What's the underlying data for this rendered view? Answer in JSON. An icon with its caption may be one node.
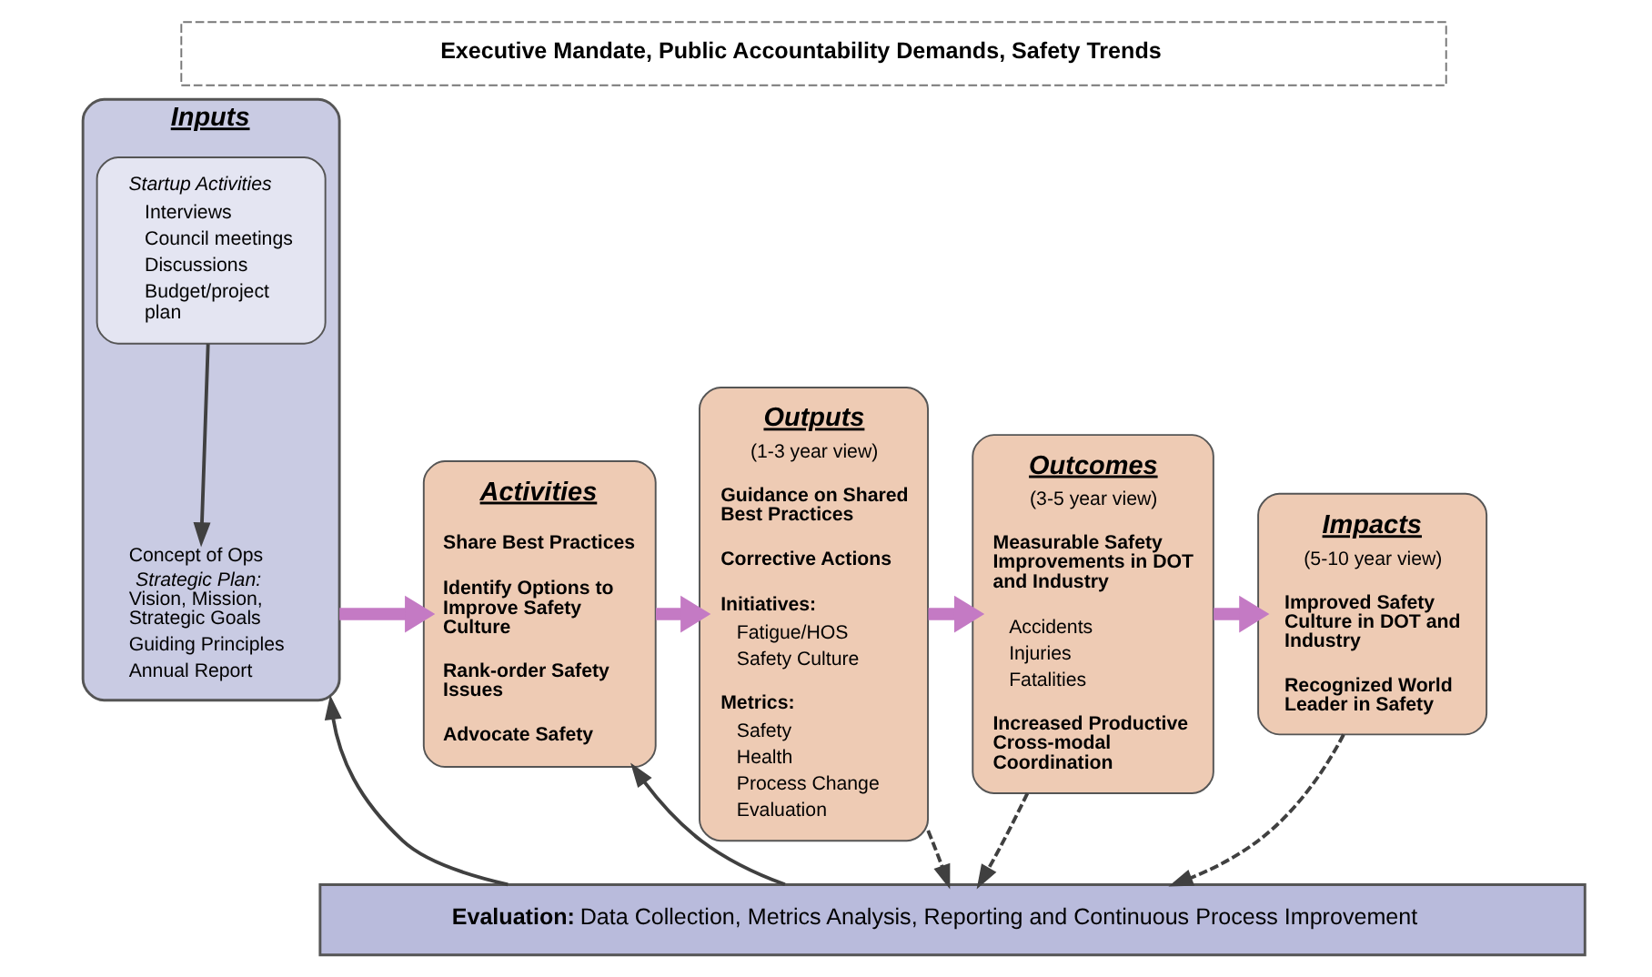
{
  "diagram": {
    "nodes": [
      {
        "text": [
          "Executive Mandate, Public Accountability Demands, Safety Trends"
        ]
      },
      {
        "text": [
          "Inputs"
        ]
      },
      {
        "text": [
          "Startup Activities",
          "Interviews",
          "Council meetings",
          "Discussions",
          "Budget/project plan"
        ],
        "in": 1
      },
      {
        "text": [
          "Concept of Ops",
          "*Strategic Plan:* Vision, Mission, Strategic Goals",
          "Guiding Principles",
          "Annual Report"
        ],
        "in": 1
      },
      {
        "text": [
          "Activities",
          "Share Best Practices",
          "Identify Options to Improve Safety Culture",
          "Rank-order Safety Issues",
          "Advocate Safety"
        ]
      },
      {
        "text": [
          "Outputs",
          "(1-3 year view)",
          "Guidance on Shared Best Practices",
          "Corrective Actions",
          "Initiatives:",
          "Fatigue/HOS",
          "Safety Culture",
          "Metrics:",
          "Safety",
          "Health",
          "Process Change",
          "Evaluation"
        ]
      },
      {
        "text": [
          "Outcomes",
          "(3-5 year view)",
          "Measurable Safety Improvements in DOT and Industry",
          "Accidents",
          "Injuries",
          "Fatalities",
          "Increased Productive Cross-modal Coordination"
        ]
      },
      {
        "text": [
          "Impacts",
          "(5-10 year view)",
          "Improved Safety Culture in DOT and Industry",
          "Recognized World Leader in Safety"
        ]
      },
      {
        "text": [
          "**Evaluation:** Data Collection, Metrics Analysis, Reporting and Continuous Process Improvement"
        ]
      }
    ],
    "edges": [
      {
        "from": 2,
        "to": 3,
        "arrow": "to"
      },
      {
        "from": 1,
        "to": 4,
        "arrow": "to",
        "style": "thick",
        "color": "#c47ac4"
      },
      {
        "from": 4,
        "to": 5,
        "arrow": "to",
        "style": "thick",
        "color": "#c47ac4"
      },
      {
        "from": 5,
        "to": 6,
        "arrow": "to",
        "style": "thick",
        "color": "#c47ac4"
      },
      {
        "from": 6,
        "to": 7,
        "arrow": "to",
        "style": "thick",
        "color": "#c47ac4"
      },
      {
        "from": 8,
        "to": 4,
        "arrow": "to"
      },
      {
        "from": 5,
        "to": 8,
        "arrow": "to",
        "style": "dashed"
      },
      {
        "from": 6,
        "to": 8,
        "arrow": "to",
        "style": "dashed"
      },
      {
        "from": 7,
        "to": 8,
        "arrow": "to",
        "style": "dashed"
      },
      {
        "from": 8,
        "to": 1,
        "arrow": "to"
      }
    ]
  }
}
